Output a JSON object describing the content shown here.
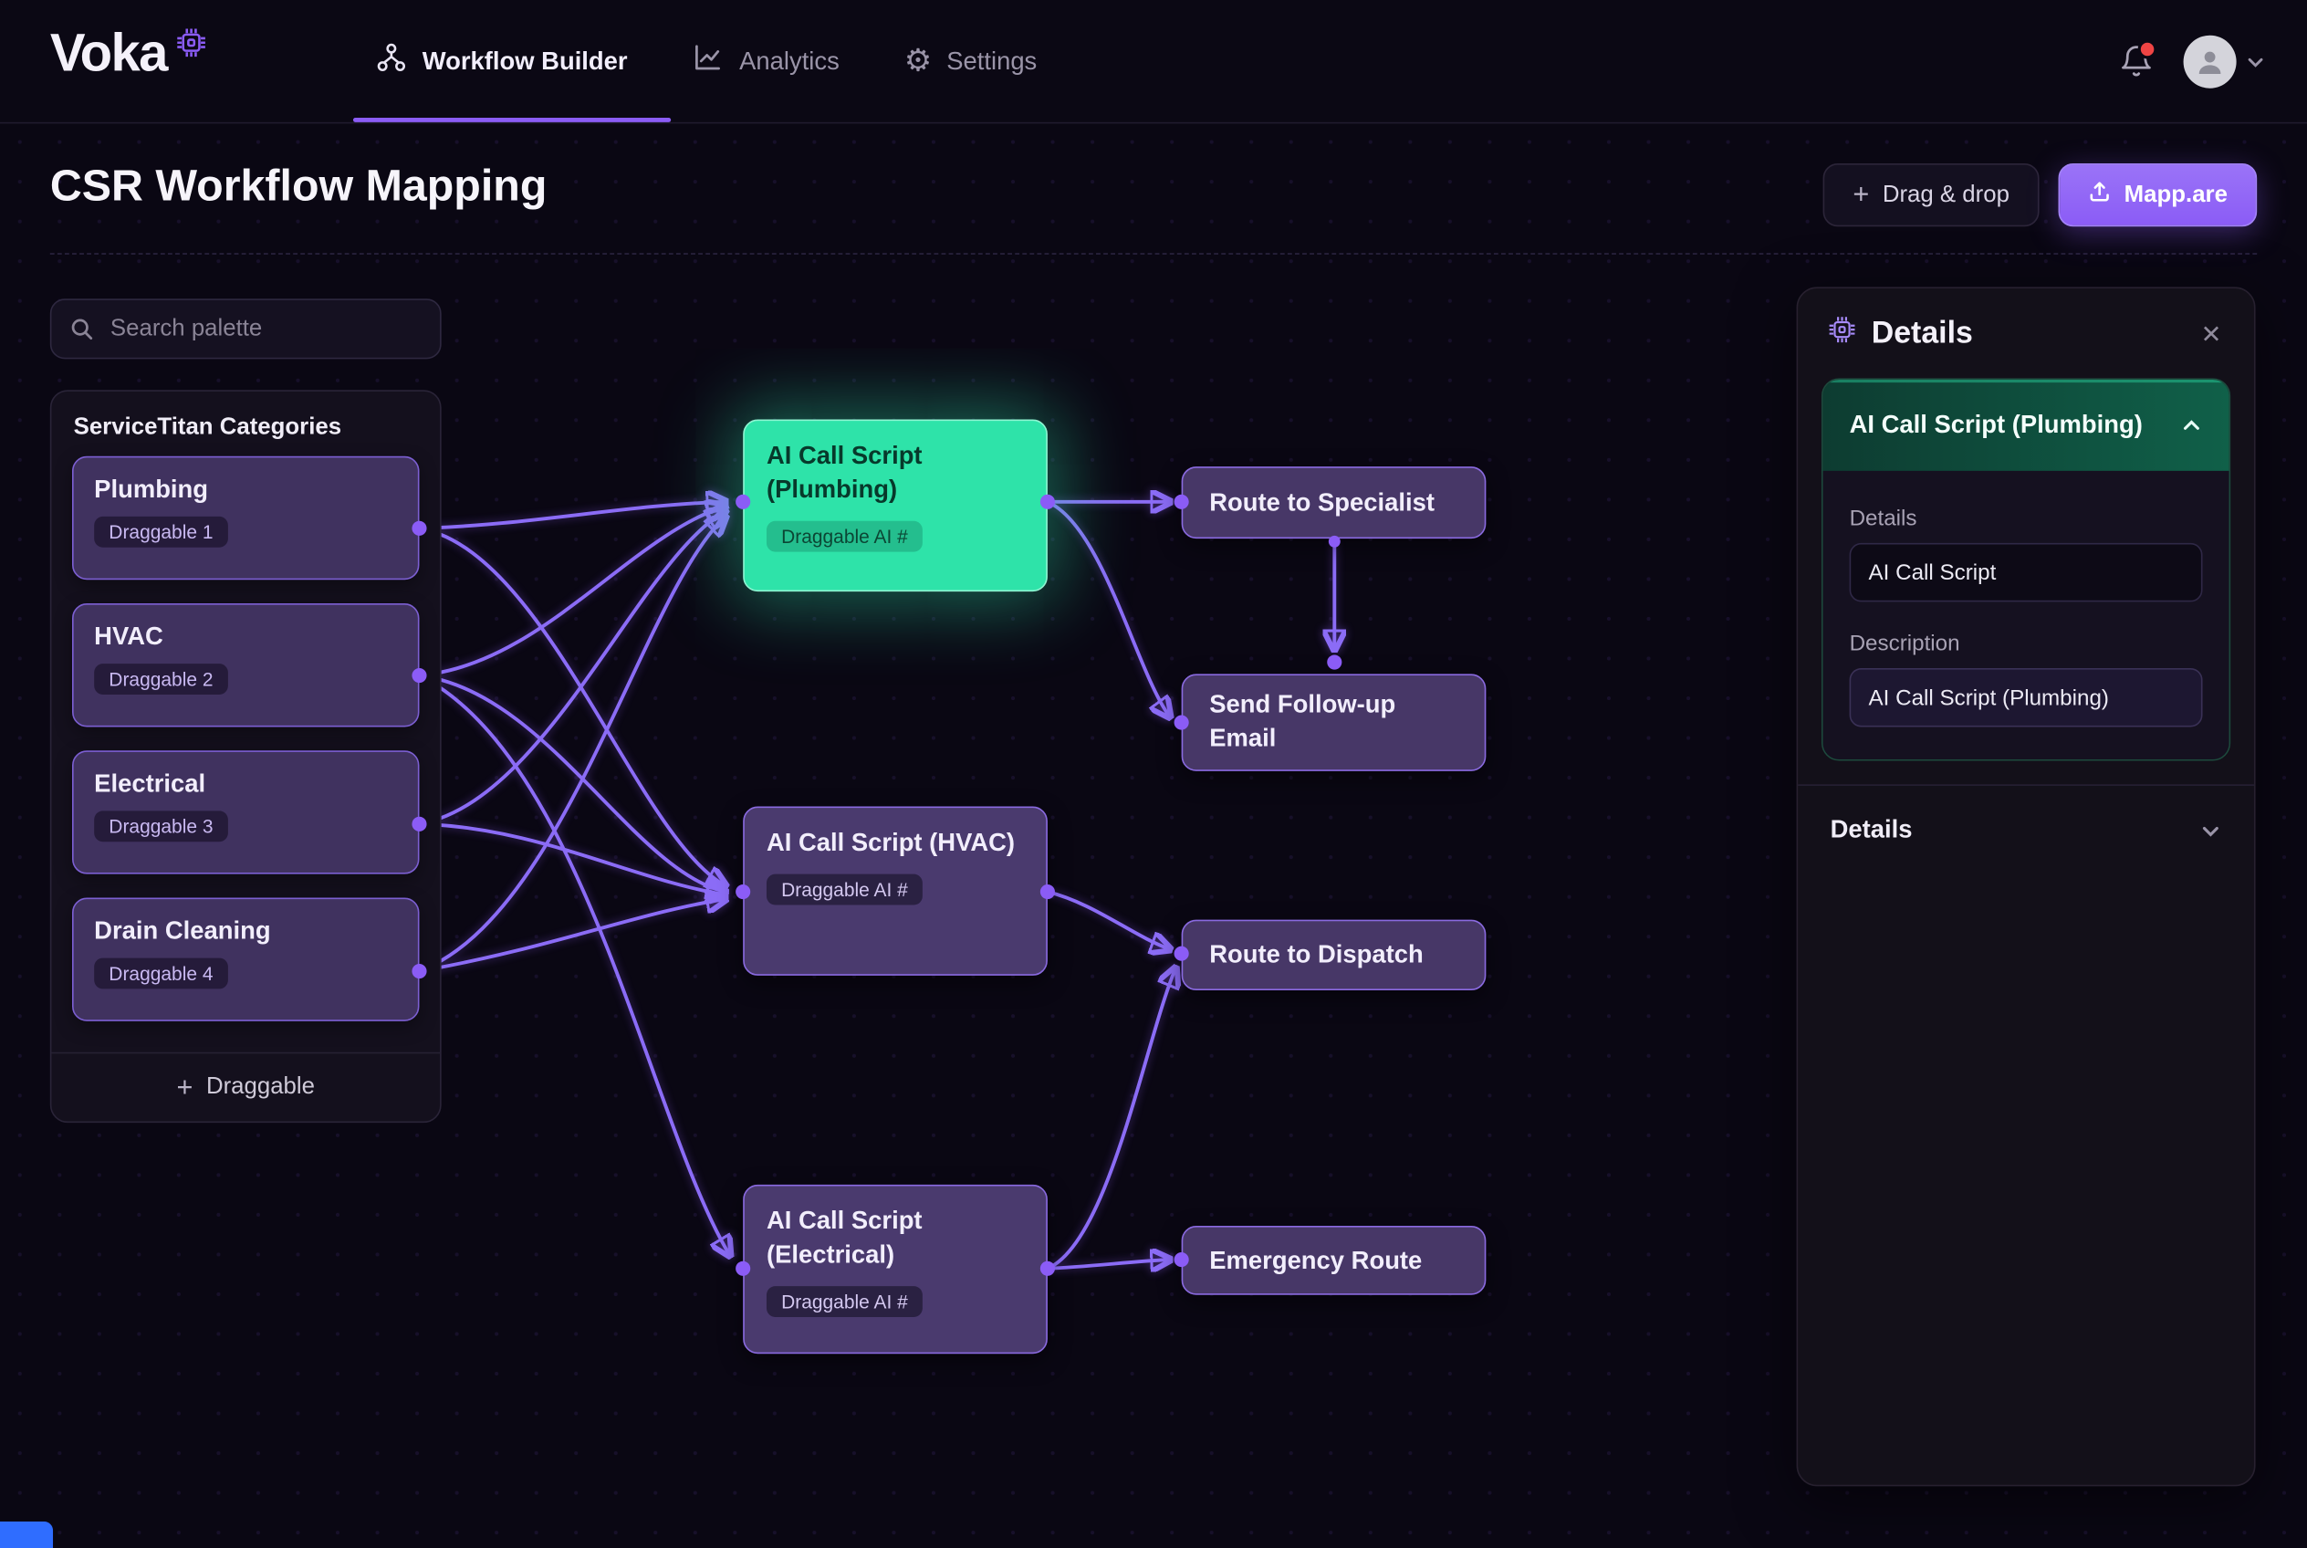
{
  "colors": {
    "bg": "#0a0713",
    "header": "#0b0814",
    "accent": "#8b5cf6",
    "teal": "#2ee3a9",
    "nodeBorder": "#8a6ae0",
    "edge": "#8b6cf6",
    "danger": "#ef4444"
  },
  "icons": {
    "plus": "+",
    "close": "✕"
  },
  "brand": {
    "logo": "Voka"
  },
  "nav": {
    "items": [
      {
        "label": "Workflow Builder",
        "active": true
      },
      {
        "label": "Analytics",
        "active": false
      },
      {
        "label": "Settings",
        "active": false
      }
    ]
  },
  "page": {
    "title": "CSR Workflow Mapping",
    "drag_drop_button": "Drag & drop",
    "mapp_button": "Mapp.are"
  },
  "palette": {
    "search_placeholder": "Search palette",
    "group_title": "ServiceTitan Categories",
    "items": [
      {
        "label": "Plumbing",
        "badge": "Draggable 1"
      },
      {
        "label": "HVAC",
        "badge": "Draggable 2"
      },
      {
        "label": "Electrical",
        "badge": "Draggable 3"
      },
      {
        "label": "Drain Cleaning",
        "badge": "Draggable 4"
      }
    ],
    "add_label": "Draggable"
  },
  "canvas": {
    "nodes": [
      {
        "id": "ai-plumbing",
        "title": "AI Call Script (Plumbing)",
        "badge": "Draggable AI #",
        "type": "ai",
        "highlighted": true
      },
      {
        "id": "route-specialist",
        "title": "Route to Specialist",
        "type": "route"
      },
      {
        "id": "send-followup-email",
        "title": "Send Follow-up Email",
        "type": "route"
      },
      {
        "id": "ai-hvac",
        "title": "AI Call Script (HVAC)",
        "badge": "Draggable AI #",
        "type": "ai"
      },
      {
        "id": "route-dispatch",
        "title": "Route to Dispatch",
        "type": "route"
      },
      {
        "id": "ai-electrical",
        "title": "AI Call Script (Electrical)",
        "badge": "Draggable AI #",
        "type": "ai"
      },
      {
        "id": "emergency-route",
        "title": "Emergency Route",
        "type": "route"
      }
    ],
    "edges": [
      {
        "from": "Plumbing",
        "to": "AI Call Script (Plumbing)"
      },
      {
        "from": "Plumbing",
        "to": "AI Call Script (HVAC)"
      },
      {
        "from": "HVAC",
        "to": "AI Call Script (Plumbing)"
      },
      {
        "from": "HVAC",
        "to": "AI Call Script (HVAC)"
      },
      {
        "from": "HVAC",
        "to": "AI Call Script (Electrical)"
      },
      {
        "from": "Electrical",
        "to": "AI Call Script (Plumbing)"
      },
      {
        "from": "Electrical",
        "to": "AI Call Script (HVAC)"
      },
      {
        "from": "Drain Cleaning",
        "to": "AI Call Script (Plumbing)"
      },
      {
        "from": "Drain Cleaning",
        "to": "AI Call Script (HVAC)"
      },
      {
        "from": "AI Call Script (Plumbing)",
        "to": "Route to Specialist"
      },
      {
        "from": "AI Call Script (Plumbing)",
        "to": "Send Follow-up Email"
      },
      {
        "from": "Route to Specialist",
        "to": "Send Follow-up Email"
      },
      {
        "from": "AI Call Script (HVAC)",
        "to": "Route to Dispatch"
      },
      {
        "from": "AI Call Script (Electrical)",
        "to": "Route to Dispatch"
      },
      {
        "from": "AI Call Script (Electrical)",
        "to": "Emergency Route"
      }
    ]
  },
  "details": {
    "title": "Details",
    "sections": [
      {
        "title": "AI Call Script (Plumbing)",
        "expanded": true,
        "fields": [
          {
            "label": "Details",
            "value": "AI Call Script"
          },
          {
            "label": "Description",
            "value": "AI Call Script (Plumbing)"
          }
        ]
      },
      {
        "title": "Details",
        "expanded": false
      }
    ]
  }
}
